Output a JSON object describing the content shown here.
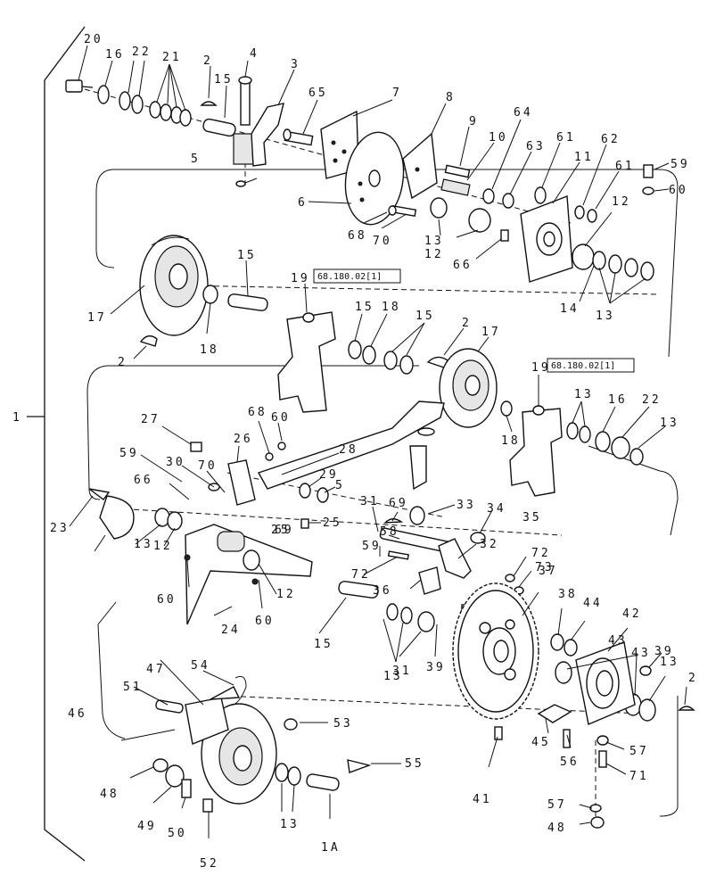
{
  "diagram": {
    "main_callout": "1",
    "ref_boxes": [
      "68.180.02[1]",
      "68.180.02[1]"
    ],
    "callouts": [
      "20",
      "16",
      "22",
      "21",
      "2",
      "15",
      "4",
      "3",
      "65",
      "7",
      "8",
      "9",
      "10",
      "64",
      "63",
      "61",
      "11",
      "62",
      "61",
      "59",
      "5",
      "6",
      "68",
      "70",
      "13",
      "12",
      "60",
      "12",
      "66",
      "14",
      "13",
      "15",
      "19",
      "17",
      "18",
      "2",
      "15",
      "18",
      "15",
      "2",
      "17",
      "19",
      "13",
      "16",
      "22",
      "13",
      "18",
      "27",
      "26",
      "68",
      "60",
      "28",
      "59",
      "30",
      "70",
      "29",
      "5",
      "66",
      "25",
      "31",
      "33",
      "34",
      "35",
      "69",
      "25",
      "23",
      "13",
      "12",
      "69",
      "59",
      "58",
      "32",
      "72",
      "72",
      "73",
      "60",
      "12",
      "36",
      "37",
      "38",
      "44",
      "42",
      "60",
      "24",
      "15",
      "13",
      "31",
      "39",
      "43",
      "43",
      "39",
      "13",
      "2",
      "47",
      "54",
      "51",
      "46",
      "53",
      "45",
      "56",
      "57",
      "71",
      "48",
      "49",
      "50",
      "52",
      "13",
      "1A",
      "55",
      "41",
      "57",
      "48"
    ]
  }
}
